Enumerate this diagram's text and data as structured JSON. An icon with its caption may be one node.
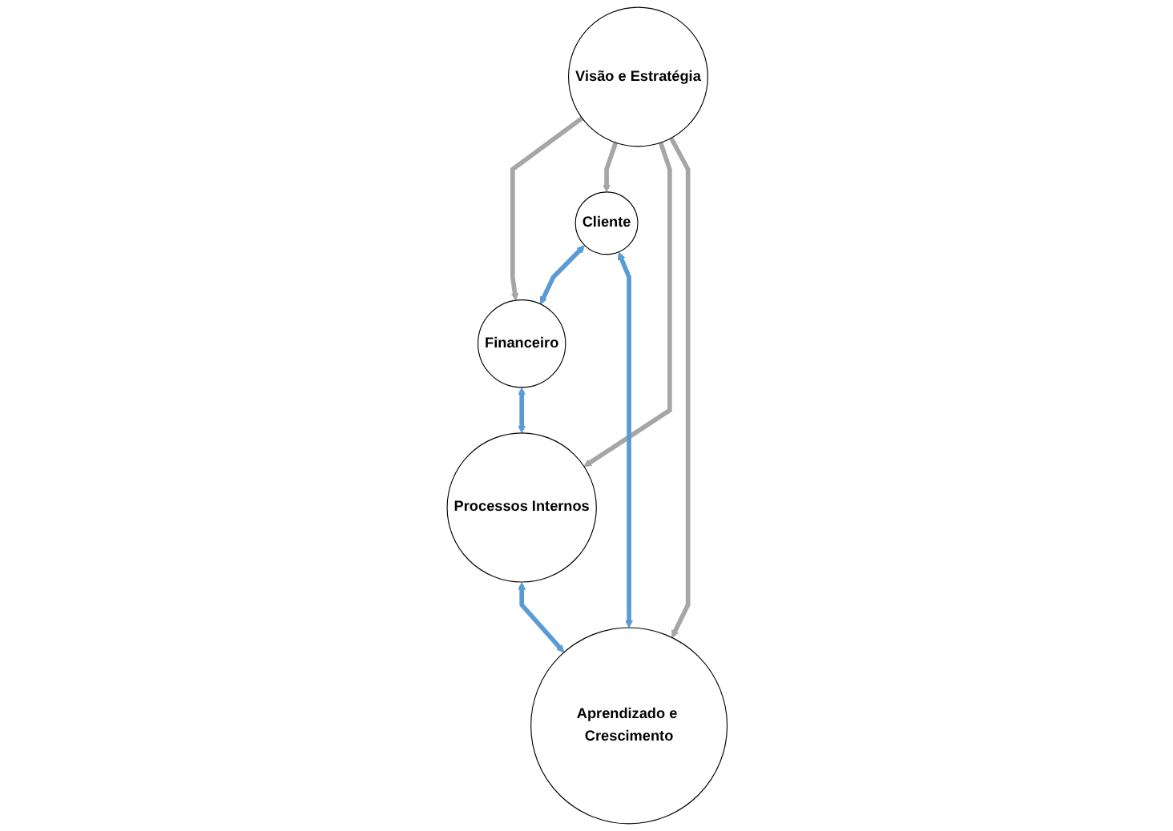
{
  "diagram": {
    "nodes": [
      {
        "text": [
          "Financeiro"
        ]
      },
      {
        "text": [
          "Cliente"
        ]
      },
      {
        "text": [
          "Visão e Estratégia"
        ]
      },
      {
        "text": [
          "Processos Internos"
        ]
      },
      {
        "text": [
          "Aprendizado e Crescimento"
        ]
      }
    ],
    "edges": [
      {
        "from": 2,
        "to": 0,
        "arrow": "to"
      },
      {
        "from": 2,
        "to": 1,
        "arrow": "to"
      },
      {
        "from": 2,
        "to": 3,
        "arrow": "to"
      },
      {
        "from": 2,
        "to": 4,
        "arrow": "to"
      },
      {
        "from": 1,
        "to": 0,
        "arrow": "both",
        "color": "#5b9bd5"
      },
      {
        "from": 0,
        "to": 3,
        "arrow": "both",
        "color": "#5b9bd5"
      },
      {
        "from": 1,
        "to": 4,
        "arrow": "both",
        "color": "#5b9bd5"
      },
      {
        "from": 3,
        "to": 4,
        "arrow": "both",
        "color": "#5b9bd5"
      }
    ]
  }
}
